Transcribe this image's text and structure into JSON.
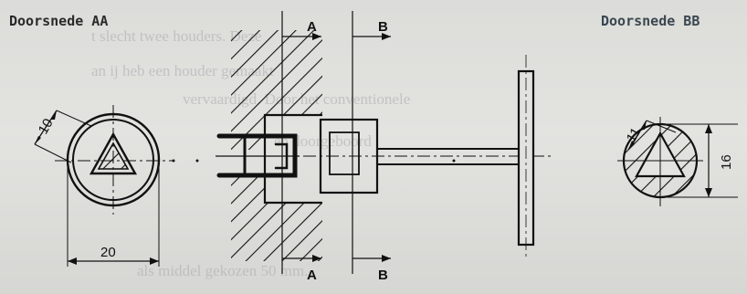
{
  "titles": {
    "section_aa": "Doorsnede AA",
    "section_bb": "Doorsnede BB"
  },
  "section_markers": {
    "a_top": "A",
    "b_top": "B",
    "a_bottom": "A",
    "b_bottom": "B"
  },
  "dimensions": {
    "aa_triangle_side": "10",
    "aa_diameter": "20",
    "bb_triangle_side": "11",
    "bb_height": "16"
  },
  "background_text": {
    "line1": "t slecht twee houders. Deze",
    "line2": "an ij heb een houder gemaakt",
    "line3": "vervaardigd. Door het conventionele",
    "line4": "en doorgeboord",
    "line5": "als middel gekozen 50 mm."
  }
}
